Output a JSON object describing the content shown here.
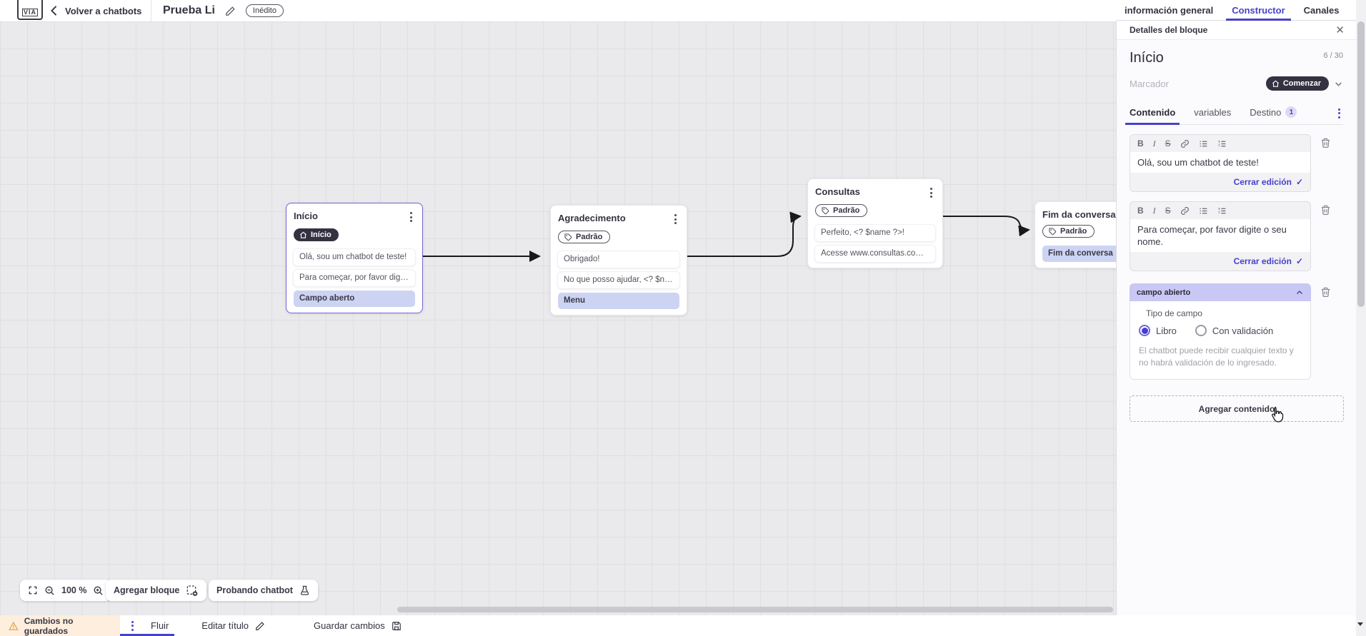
{
  "colors": {
    "accent": "#4542c8",
    "dark_pill": "#343241",
    "selection_purple": "#cdd3f2",
    "warning_bg": "#fdeede",
    "canvas_bg": "#eae9eb"
  },
  "header": {
    "logo_text": "VIA",
    "back_label": "Volver a chatbots",
    "title": "Prueba Li",
    "status_badge": "Inédito",
    "nav_tabs": [
      {
        "label": "información general"
      },
      {
        "label": "Constructor"
      },
      {
        "label": "Canales"
      }
    ]
  },
  "canvas": {
    "zoom_level": "100 %",
    "add_block_label": "Agregar bloque",
    "test_chatbot_label": "Probando chatbot",
    "blocks": [
      {
        "title": "Início",
        "badge": "Início",
        "cards": [
          "Olá, sou um chatbot de teste!",
          "Para começar, por favor digite o ...",
          "Campo aberto"
        ]
      },
      {
        "title": "Agradecimento",
        "badge": "Padrão",
        "cards": [
          "Obrigado!",
          "No que posso ajudar, <? $name ...",
          "Menu"
        ]
      },
      {
        "title": "Consultas",
        "badge": "Padrão",
        "cards": [
          "Perfeito, <? $name ?>!",
          "Acesse www.consultas.com par..."
        ]
      },
      {
        "title": "Fim da conversa",
        "badge": "Padrão",
        "cards": [
          "Fim da conversa"
        ]
      }
    ]
  },
  "panel": {
    "header": "Detalles del bloque",
    "block_name": "Início",
    "counter": "6 / 30",
    "marker_placeholder": "Marcador",
    "marker_button": "Comenzar",
    "tabs": [
      {
        "label": "Contenido"
      },
      {
        "label": "variables"
      },
      {
        "label": "Destino",
        "badge": "1"
      }
    ],
    "editors": [
      {
        "text": "Olá, sou um chatbot de teste!",
        "close_label": "Cerrar edición"
      },
      {
        "text": "Para começar, por favor digite o seu nome.",
        "close_label": "Cerrar edición"
      }
    ],
    "open_field": {
      "header": "campo abierto",
      "type_label": "Tipo de campo",
      "option_free": "Libro",
      "option_validated": "Con validación",
      "description": "El chatbot puede recibir cualquier texto y no habrá validación de lo ingresado."
    },
    "add_content_label": "Agregar contenido"
  },
  "statusbar": {
    "warning": "Cambios no guardados",
    "flow_tab": "Fluir",
    "edit_title_label": "Editar título",
    "save_label": "Guardar cambios"
  }
}
